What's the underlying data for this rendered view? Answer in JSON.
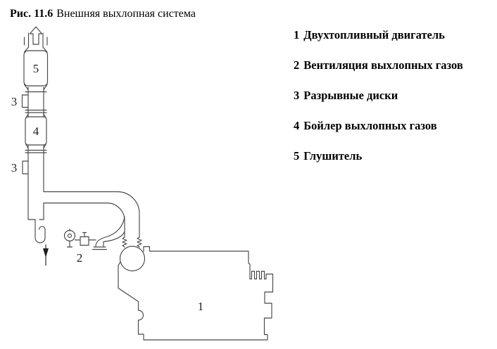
{
  "title": {
    "prefix": "Рис. 11.6",
    "text": "Внешняя выхлопная система"
  },
  "legend": {
    "items": [
      {
        "num": "1",
        "label": "Двухтопливный двигатель"
      },
      {
        "num": "2",
        "label": "Вентиляция выхлопных газов"
      },
      {
        "num": "3",
        "label": "Разрывные диски"
      },
      {
        "num": "4",
        "label": "Бойлер выхлопных газов"
      },
      {
        "num": "5",
        "label": "Глушитель"
      }
    ]
  },
  "diagram": {
    "labels": [
      "5",
      "3",
      "4",
      "3",
      "2",
      "1"
    ],
    "parts": {
      "1": "engine",
      "2": "exhaust-gas-ventilation",
      "3": "rupture-discs",
      "4": "exhaust-gas-boiler",
      "5": "silencer"
    }
  },
  "colors": {
    "background": "#ffffff",
    "line": "#474747",
    "text": "#000000"
  }
}
